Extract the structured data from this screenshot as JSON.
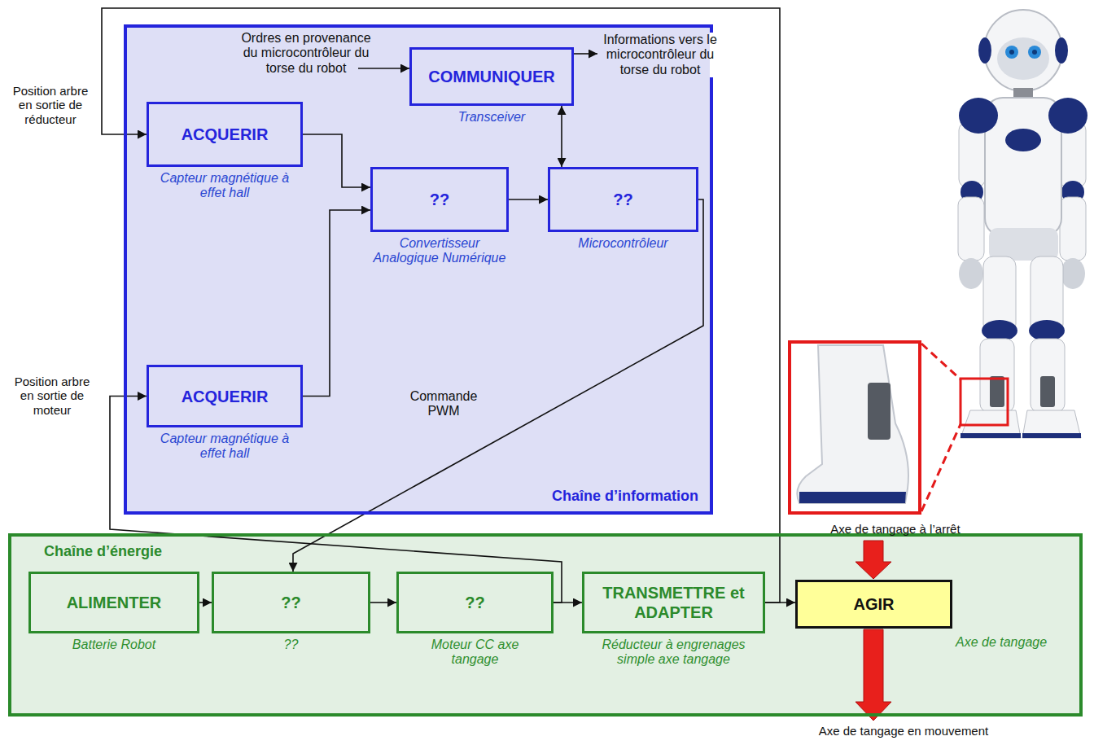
{
  "diagram": {
    "nodes": [
      {
        "text": [
          "Chaîne d’information"
        ]
      },
      {
        "text": [
          "COMMUNIQUER",
          "Transceiver"
        ],
        "in": 0
      },
      {
        "text": [
          "ACQUERIR",
          "Capteur magnétique à effet hall"
        ],
        "in": 0
      },
      {
        "text": [
          "??",
          "Convertisseur Analogique Numérique"
        ],
        "in": 0
      },
      {
        "text": [
          "??",
          "Microcontrôleur"
        ],
        "in": 0
      },
      {
        "text": [
          "ACQUERIR",
          "Capteur magnétique à effet hall"
        ],
        "in": 0
      },
      {
        "text": [
          "Chaîne d’énergie"
        ]
      },
      {
        "text": [
          "ALIMENTER",
          "Batterie Robot"
        ],
        "in": 6
      },
      {
        "text": [
          "??",
          "??"
        ],
        "in": 6
      },
      {
        "text": [
          "??",
          "Moteur CC axe tangage"
        ],
        "in": 6
      },
      {
        "text": [
          "TRANSMETTRE et ADAPTER",
          "Réducteur à engrenages simple axe tangage"
        ],
        "in": 6
      },
      {
        "text": [
          "AGIR",
          "Axe de tangage"
        ],
        "in": 6
      }
    ],
    "edges": [
      {
        "from": 2,
        "to": 3,
        "arrow": "to"
      },
      {
        "from": 5,
        "to": 3,
        "arrow": "to"
      },
      {
        "from": 3,
        "to": 4,
        "arrow": "to"
      },
      {
        "from": 1,
        "to": 4,
        "arrow": "both"
      },
      {
        "from": 4,
        "to": 8,
        "arrow": "to"
      },
      {
        "from": 7,
        "to": 8,
        "arrow": "to"
      },
      {
        "from": 8,
        "to": 9,
        "arrow": "to"
      },
      {
        "from": 9,
        "to": 10,
        "arrow": "to"
      },
      {
        "from": 10,
        "to": 11,
        "arrow": "to"
      },
      {
        "from": 9,
        "to": 5,
        "arrow": "to"
      },
      {
        "from": 10,
        "to": 2,
        "arrow": "to"
      }
    ],
    "labels": [
      "Ordres en provenance du microcontrôleur du torse du robot",
      "Informations vers le microcontrôleur du torse du robot",
      "Position arbre en sortie de réducteur",
      "Position arbre en sortie de moteur",
      "Commande PWM",
      "Axe de tangage à l’arrêt",
      "Axe de tangage en mouvement"
    ]
  }
}
